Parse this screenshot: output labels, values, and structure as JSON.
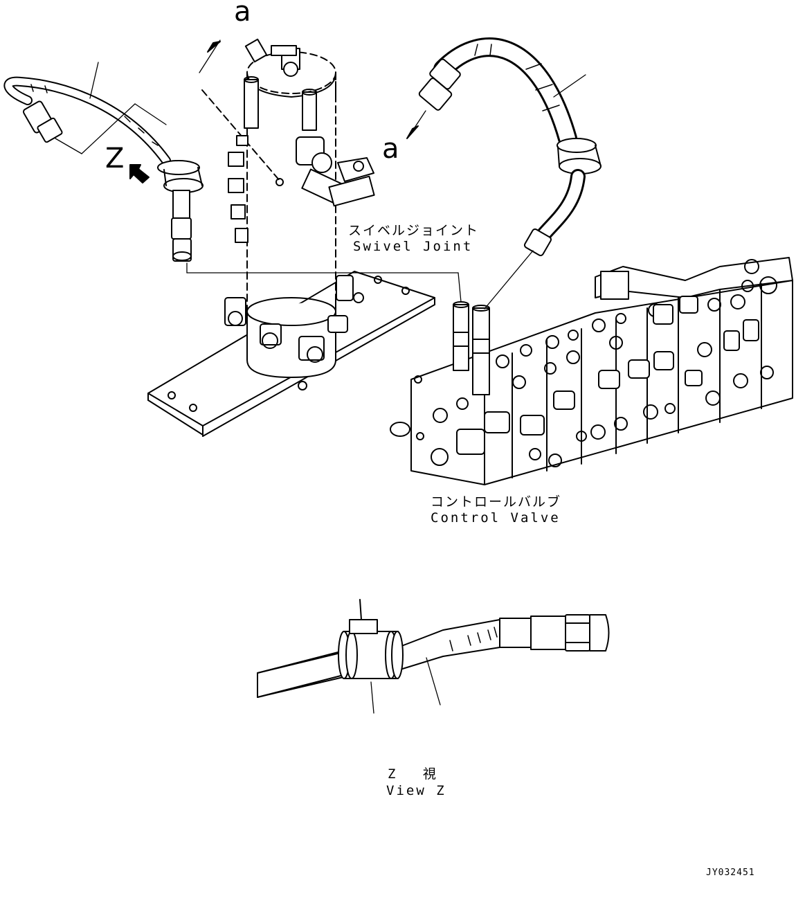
{
  "labels": {
    "callout_a_top": "a",
    "callout_a_right": "a",
    "view_letter": "Z",
    "swivel_joint_jp": "スイベルジョイント",
    "swivel_joint_en": "Swivel Joint",
    "control_valve_jp": "コントロールバルブ",
    "control_valve_en": "Control Valve",
    "view_z_jp": "Z 視",
    "view_z_en": "View Z",
    "drawing_code": "JY032451"
  },
  "colors": {
    "line": "#000000",
    "background": "#ffffff"
  },
  "icons": {
    "view_arrow": "arrow-icon"
  }
}
